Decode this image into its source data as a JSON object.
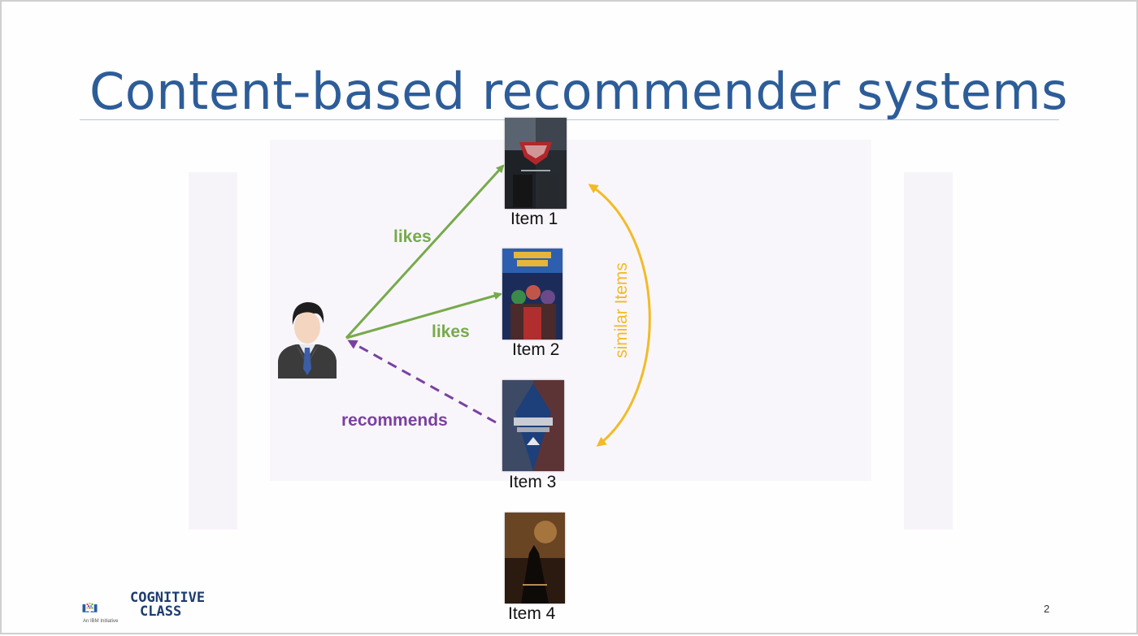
{
  "slide": {
    "title": "Content-based recommender systems",
    "page_number": "2"
  },
  "diagram": {
    "nodes": [
      {
        "id": "user",
        "label": "",
        "type": "person"
      },
      {
        "id": "item1",
        "label": "Item 1"
      },
      {
        "id": "item2",
        "label": "Item 2"
      },
      {
        "id": "item3",
        "label": "Item 3"
      },
      {
        "id": "item4",
        "label": "Item 4"
      }
    ],
    "edges": [
      {
        "from": "user",
        "to": "item1",
        "label": "likes",
        "color": "#76aa4b",
        "style": "solid"
      },
      {
        "from": "user",
        "to": "item2",
        "label": "likes",
        "color": "#76aa4b",
        "style": "solid"
      },
      {
        "from": "item3",
        "to": "user",
        "label": "recommends",
        "color": "#7a40a1",
        "style": "dashed"
      },
      {
        "from": "item1",
        "to": "item3",
        "label": "similar Items",
        "color": "#f2bb26",
        "style": "curved-bidirectional"
      }
    ]
  },
  "logo": {
    "line1": "COGNITIVE",
    "line2": "CLASS",
    "tagline": "An IBM Initiative"
  },
  "colors": {
    "title": "#2d5d99",
    "likes": "#76aa4b",
    "recommends": "#7a40a1",
    "similar": "#f2bb26"
  }
}
